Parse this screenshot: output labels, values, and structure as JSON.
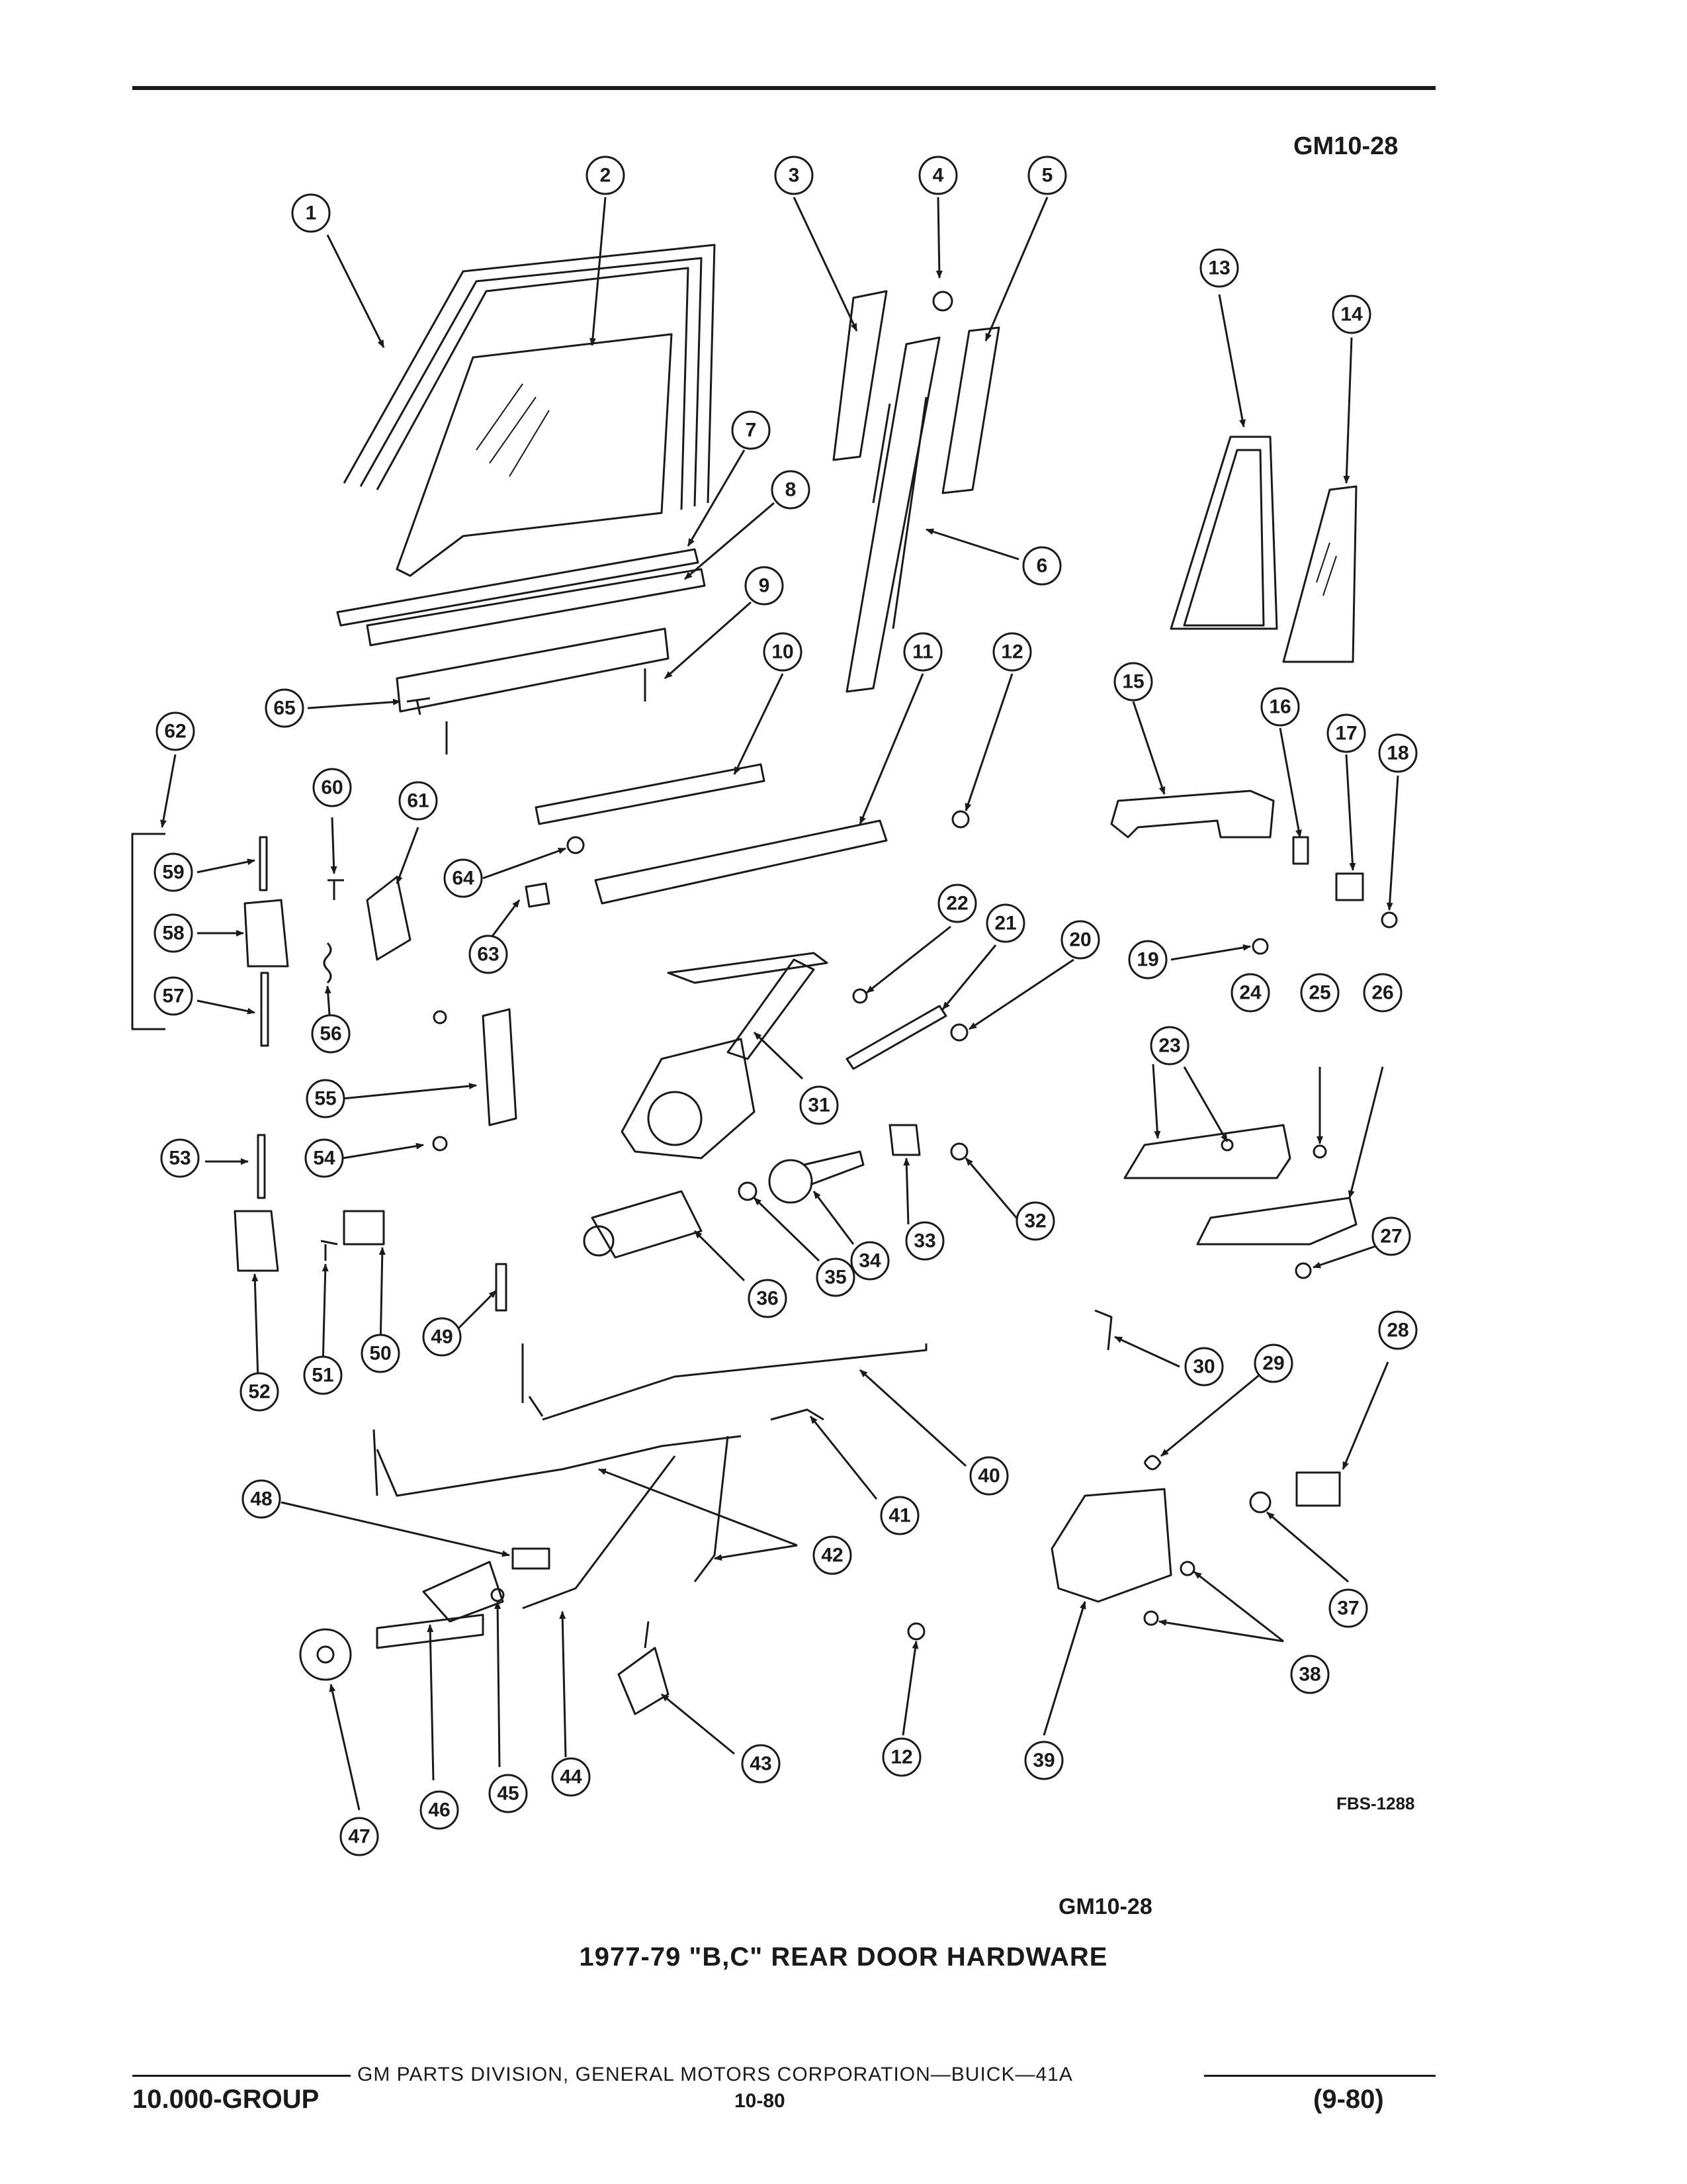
{
  "page": {
    "code_top": "GM10-28",
    "code_bottom": "GM10-28",
    "figure_ref": "FBS-1288",
    "title": "1977-79 \"B,C\" REAR DOOR HARDWARE",
    "division": "GM PARTS DIVISION, GENERAL MOTORS CORPORATION—BUICK—41A",
    "group": "10.000-GROUP",
    "page_number": "10-80",
    "date": "(9-80)"
  },
  "callouts": [
    "1",
    "2",
    "3",
    "4",
    "5",
    "6",
    "7",
    "8",
    "9",
    "10",
    "11",
    "12",
    "13",
    "14",
    "15",
    "16",
    "17",
    "18",
    "19",
    "20",
    "21",
    "22",
    "23",
    "24",
    "25",
    "26",
    "27",
    "28",
    "29",
    "30",
    "31",
    "32",
    "33",
    "34",
    "35",
    "36",
    "37",
    "38",
    "39",
    "40",
    "41",
    "42",
    "43",
    "44",
    "45",
    "46",
    "47",
    "48",
    "49",
    "50",
    "51",
    "52",
    "53",
    "54",
    "55",
    "56",
    "57",
    "58",
    "59",
    "60",
    "61",
    "62",
    "63",
    "64",
    "65",
    "12"
  ]
}
